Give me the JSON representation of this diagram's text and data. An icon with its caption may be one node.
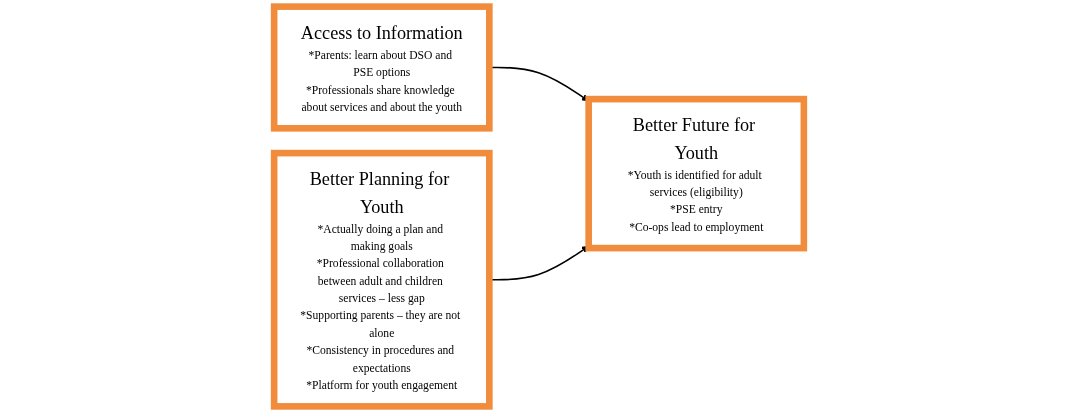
{
  "diagram": {
    "nodes": [
      {
        "text": [
          "Access to Information",
          "*Parents: learn about DSO and PSE options",
          "*Professionals share knowledge about services and about the youth"
        ]
      },
      {
        "text": [
          "Better Planning for Youth",
          "*Actually doing a plan and making goals",
          "*Professional collaboration between adult and children services – less gap",
          "*Supporting parents – they are not alone",
          "*Consistency in procedures and expectations",
          "*Platform for youth engagement"
        ]
      },
      {
        "text": [
          "Better Future for Youth",
          "*Youth is identified for adult services (eligibility)",
          "*PSE entry",
          "*Co-ops lead to employment"
        ]
      }
    ],
    "edges": [
      {
        "from": 0,
        "to": 2,
        "arrow": "to"
      },
      {
        "from": 1,
        "to": 2,
        "arrow": "to"
      }
    ]
  }
}
